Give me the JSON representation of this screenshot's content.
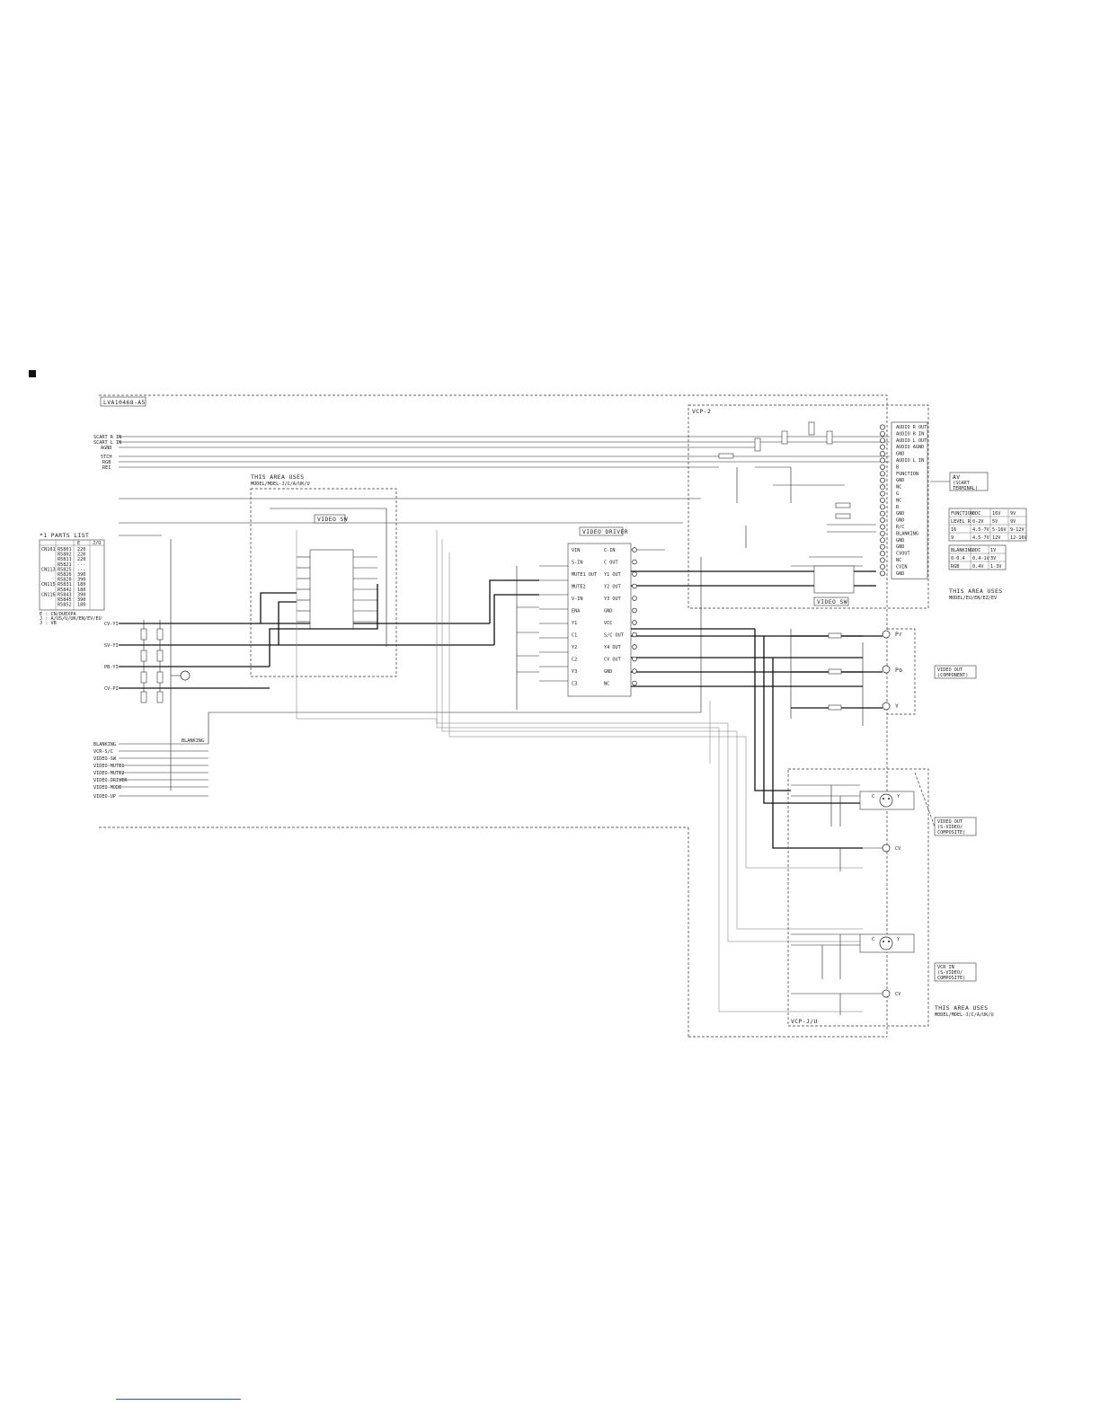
{
  "board_label": "LVA10468-A5",
  "left_signals": [
    "SCART R IN",
    "SCART L IN",
    "AGND",
    "5TCH",
    "RGB",
    "REI"
  ],
  "area_uses_top": {
    "line1": "THIS AREA USES",
    "line2": "MODEL/MDEL-J/C/A/UK/U"
  },
  "block_video_sw_1": "VIDEO SW",
  "block_video_driver": "VIDEO DRIVER",
  "block_video_sw_2": "VIDEO SW",
  "vcp_top_label": "VCP-2",
  "vcp_bottom_label": "VCP-J/U",
  "parts_list": {
    "title": "*1 PARTS LIST",
    "headers": [
      "",
      "E",
      "J/U"
    ],
    "rows": [
      [
        "CN101",
        "R5801",
        "220"
      ],
      [
        "",
        "R5802",
        "220"
      ],
      [
        "",
        "R5811",
        "220"
      ],
      [
        "",
        "R5821",
        "---"
      ],
      [
        "CN113",
        "R5825",
        "---"
      ],
      [
        "",
        "R5826",
        "390"
      ],
      [
        "",
        "R5828",
        "390"
      ],
      [
        "CN115",
        "R5831",
        "180"
      ],
      [
        "",
        "R5842",
        "180"
      ],
      [
        "CN116",
        "R5843",
        "390"
      ],
      [
        "",
        "R5845",
        "390"
      ],
      [
        "",
        "R5852",
        "180"
      ]
    ],
    "notes": [
      "E : CN/DUEXPA",
      "J : A/US/U/UK/EN/EV/EU",
      "J : VB"
    ]
  },
  "scart_pin_labels": [
    "AUDIO R OUT",
    "AUDIO R IN",
    "AUDIO L OUT",
    "AUDIO AGND",
    "GND",
    "AUDIO L IN",
    "B",
    "FUNCTION",
    "GND",
    "NC",
    "G",
    "NC",
    "R",
    "GND",
    "GND",
    "R/C",
    "BLANKING",
    "GND",
    "GND",
    "CVOUT",
    "NC",
    "CVIN",
    "GND"
  ],
  "av_box": {
    "line1": "AV",
    "line2": "(SCART",
    "line3": "TERMINAL)"
  },
  "function_table": {
    "headers": [
      "FUNCTION",
      "0DC",
      "16V",
      "9V"
    ],
    "rows": [
      [
        "LEVEL R",
        "0-2V",
        "5V",
        "9V"
      ],
      [
        "16",
        "4.5-7V",
        "5-16V",
        "9-12V"
      ],
      [
        "9",
        "4.5-7V",
        "12V",
        "12-16V"
      ]
    ]
  },
  "blanking_table": {
    "headers": [
      "BLANKING",
      "0DC",
      "1V"
    ],
    "rows": [
      [
        "0-0.4",
        "0.4-1V",
        "3V"
      ],
      [
        "RGB",
        "0.4V",
        "1-3V"
      ]
    ]
  },
  "area_uses_right": {
    "line1": "THIS AREA USES",
    "line2": "MODEL/EU/EN/EZ/EV"
  },
  "component_jacks": [
    "Pr",
    "Pb",
    "Y"
  ],
  "video_out_component": {
    "line1": "VIDEO OUT",
    "line2": "(COMPONENT)"
  },
  "video_out_composite": {
    "line1": "VIDEO OUT",
    "line2": "(S-VIDEO/",
    "line3": "COMPOSITE)"
  },
  "vcr_in": {
    "line1": "VCR IN",
    "line2": "(S-VIDEO/",
    "line3": "COMPOSITE)"
  },
  "sv_labels": {
    "c": "C",
    "y": "Y",
    "cv": "CV"
  },
  "area_uses_bottom": {
    "line1": "THIS AREA USES",
    "line2": "MODEL/MDEL-J/C/A/UK/U"
  },
  "left_bus_labels": [
    "CV-YI",
    "SV-YI",
    "PB-YI",
    "CV-PI"
  ],
  "control_signals": [
    "BLANKING",
    "VCR-S/C",
    "VIDEO-SW",
    "VIDEO-MUTE1",
    "VIDEO-MUTE2",
    "VIDEO-DRIVER",
    "VIDEO-MODE",
    "VIDEO-UP"
  ],
  "driver_pins_left": [
    "VIN",
    "S-IN",
    "MUTE1 OUT",
    "MUTE2",
    "V-IN",
    "ENA",
    "Y1",
    "C1",
    "Y2",
    "C2",
    "Y3",
    "C3"
  ],
  "driver_pins_right": [
    "C-IN",
    "C OUT",
    "Y1 OUT",
    "Y2 OUT",
    "Y3 OUT",
    "GND",
    "VCC",
    "S/C OUT",
    "Y4 OUT",
    "CV OUT",
    "GND",
    "NC"
  ]
}
